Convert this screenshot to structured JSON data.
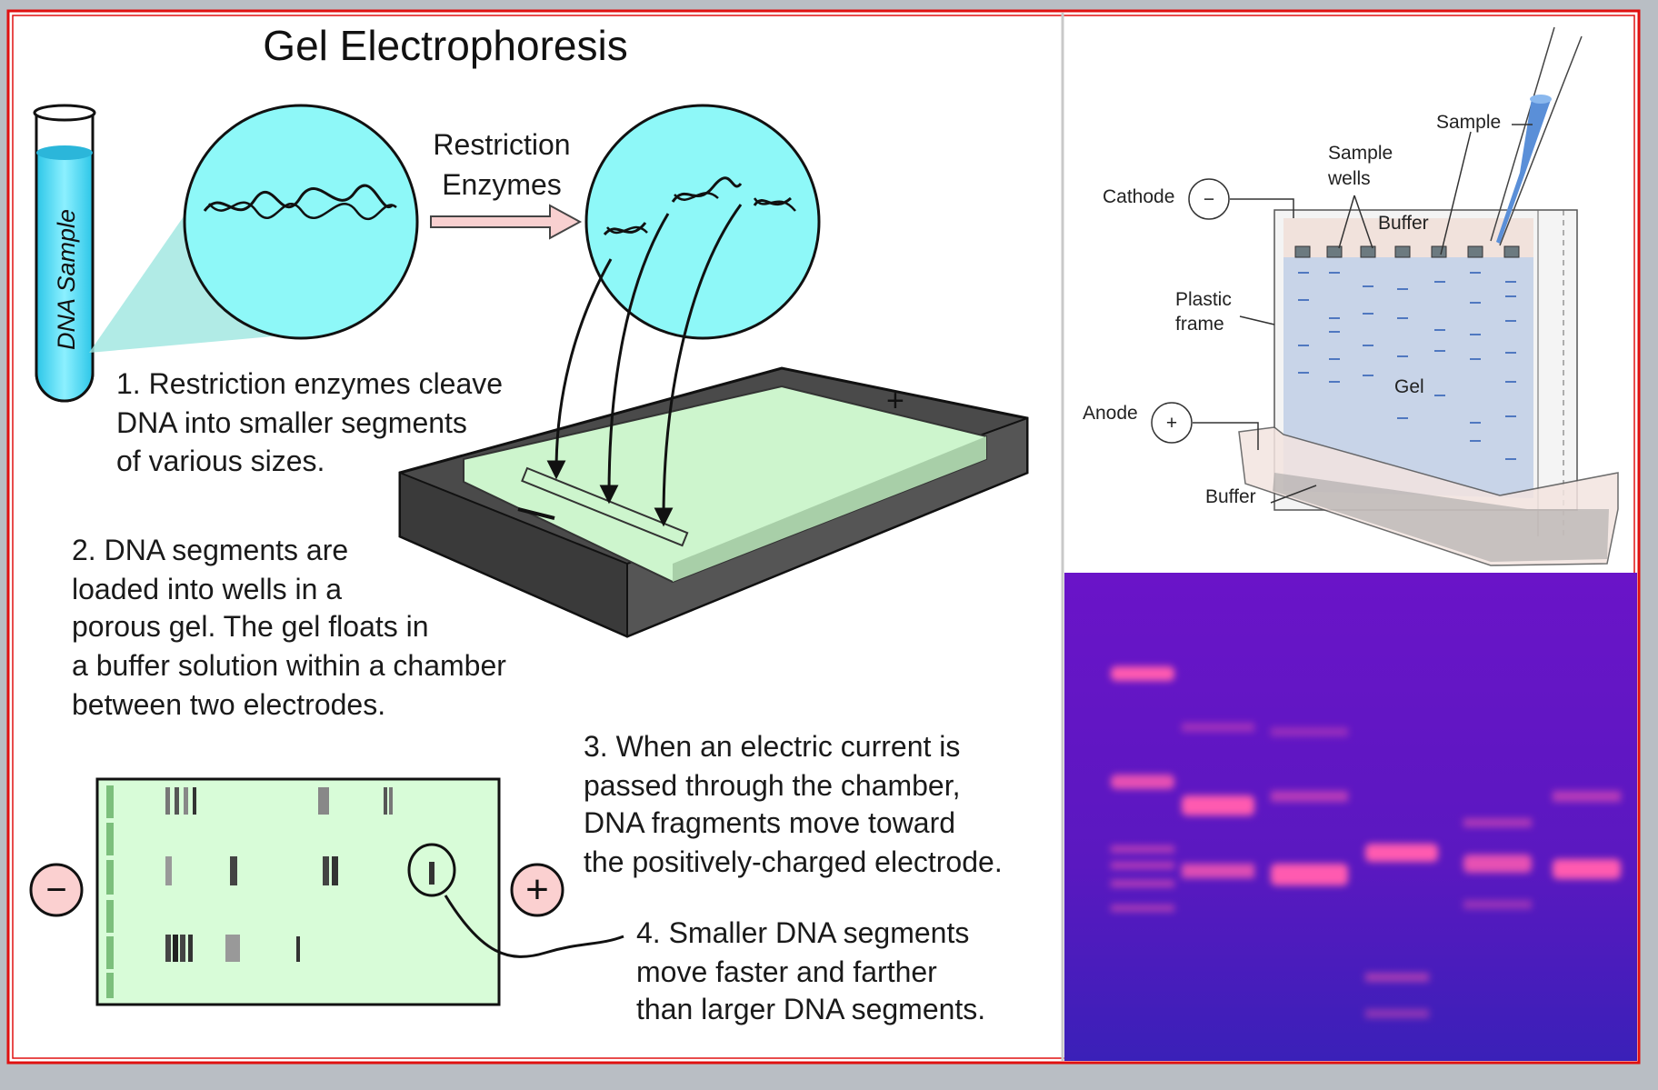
{
  "title": "Gel Electrophoresis",
  "tube_label": "DNA Sample",
  "enzyme_label": [
    "Restriction",
    "Enzymes"
  ],
  "step1": [
    "1. Restriction enzymes cleave",
    "DNA into smaller segments",
    "of various sizes."
  ],
  "step2": [
    "2. DNA segments are",
    "loaded into wells in a",
    "porous gel.  The gel floats in",
    "a buffer solution within a chamber",
    "between two electrodes."
  ],
  "step3": [
    "3. When an electric current is",
    "passed through the chamber,",
    "DNA fragments move toward",
    "the positively-charged electrode."
  ],
  "step4": [
    "4. Smaller DNA segments",
    "move faster and farther",
    "than larger DNA segments."
  ],
  "electrodes": {
    "negative": "−",
    "positive": "+"
  },
  "apparatus": {
    "cathode": "Cathode",
    "anode": "Anode",
    "sample": "Sample",
    "sample_wells": [
      "Sample",
      "wells"
    ],
    "buffer_top": "Buffer",
    "buffer_bottom": "Buffer",
    "plastic_frame": [
      "Plastic",
      "frame"
    ],
    "gel": "Gel",
    "minus": "−",
    "plus": "+"
  },
  "colors": {
    "frame": "#e01010",
    "circle": "#8ef8f8",
    "gel_green": "#d8fcd8",
    "gel_photo": "#5a16b8",
    "band": "#ff4fa8"
  }
}
